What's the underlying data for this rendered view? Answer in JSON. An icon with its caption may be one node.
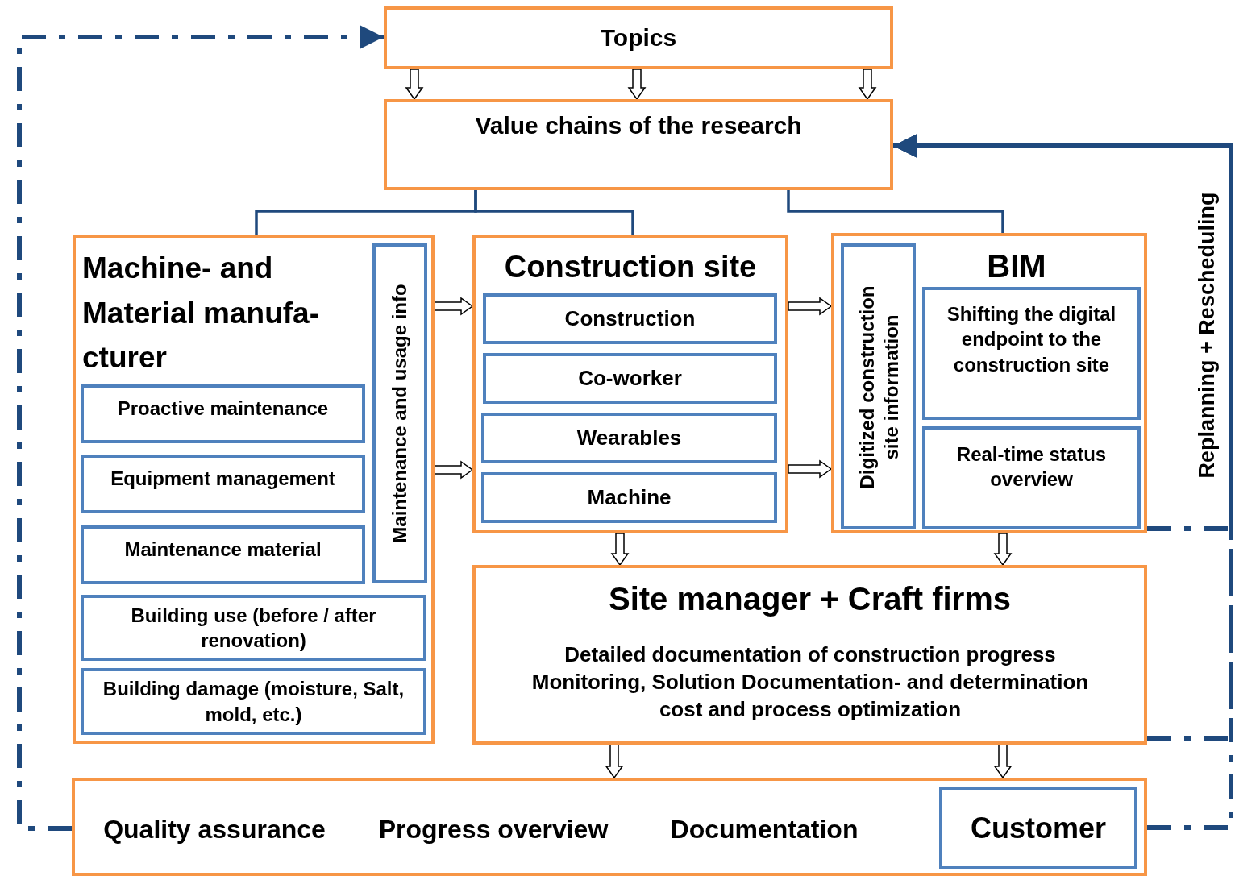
{
  "diagram": {
    "nodes": [
      {
        "text": [
          "Topics"
        ]
      },
      {
        "text": [
          "Value chains of the research"
        ]
      },
      {
        "text": [
          "Machine- and Material manufa- cturer"
        ]
      },
      {
        "text": [
          "Proactive maintenance"
        ],
        "in": 2
      },
      {
        "text": [
          "Equipment management"
        ],
        "in": 2
      },
      {
        "text": [
          "Maintenance material"
        ],
        "in": 2
      },
      {
        "text": [
          "Maintenance and usage info"
        ],
        "in": 2
      },
      {
        "text": [
          "Building use (before / after renovation)"
        ],
        "in": 2
      },
      {
        "text": [
          "Building damage (moisture, Salt, mold, etc.)"
        ],
        "in": 2
      },
      {
        "text": [
          "Construction site"
        ]
      },
      {
        "text": [
          "Construction"
        ],
        "in": 9
      },
      {
        "text": [
          "Co-worker"
        ],
        "in": 9
      },
      {
        "text": [
          "Wearables"
        ],
        "in": 9
      },
      {
        "text": [
          "Machine"
        ],
        "in": 9
      },
      {
        "text": [
          "BIM"
        ]
      },
      {
        "text": [
          "Digitized construction site information"
        ],
        "in": 14
      },
      {
        "text": [
          "Shifting the digital endpoint to the construction site"
        ],
        "in": 14
      },
      {
        "text": [
          "Real-time status overview"
        ],
        "in": 14
      },
      {
        "text": [
          "Site manager + Craft firms",
          "Detailed documentation of construction progress Monitoring, Solution Documentation- and determination cost and process optimization"
        ]
      },
      {
        "text": [
          "Quality assurance",
          "Progress overview",
          "Documentation"
        ]
      },
      {
        "text": [
          "Customer"
        ],
        "in": 19
      }
    ],
    "edges": [
      {
        "from": 0,
        "to": 1,
        "arrow": "to"
      },
      {
        "from": 0,
        "to": 1,
        "arrow": "to"
      },
      {
        "from": 0,
        "to": 1,
        "arrow": "to"
      },
      {
        "from": 1,
        "to": 2,
        "arrow": "none",
        "color": "#1f497d"
      },
      {
        "from": 1,
        "to": 9,
        "arrow": "none",
        "color": "#1f497d"
      },
      {
        "from": 1,
        "to": 14,
        "arrow": "none",
        "color": "#1f497d"
      },
      {
        "from": 2,
        "to": 9,
        "arrow": "to"
      },
      {
        "from": 2,
        "to": 9,
        "arrow": "to"
      },
      {
        "from": 9,
        "to": 14,
        "arrow": "to"
      },
      {
        "from": 9,
        "to": 14,
        "arrow": "to"
      },
      {
        "from": 9,
        "to": 18,
        "arrow": "to"
      },
      {
        "from": 14,
        "to": 18,
        "arrow": "to"
      },
      {
        "from": 18,
        "to": 19,
        "arrow": "to"
      },
      {
        "from": 18,
        "to": 19,
        "arrow": "to"
      },
      {
        "from": 19,
        "to": 0,
        "arrow": "to",
        "style": "dashed",
        "color": "#1f497d"
      },
      {
        "from": 14,
        "to": 1,
        "arrow": "to",
        "style": "dashed",
        "color": "#1f497d"
      },
      {
        "from": 18,
        "to": 1,
        "arrow": "to",
        "style": "dashed",
        "color": "#1f497d"
      },
      {
        "from": 19,
        "to": 1,
        "arrow": "to",
        "style": "dashed",
        "color": "#1f497d"
      }
    ],
    "labels": [
      "Replanning + Rescheduling"
    ]
  }
}
